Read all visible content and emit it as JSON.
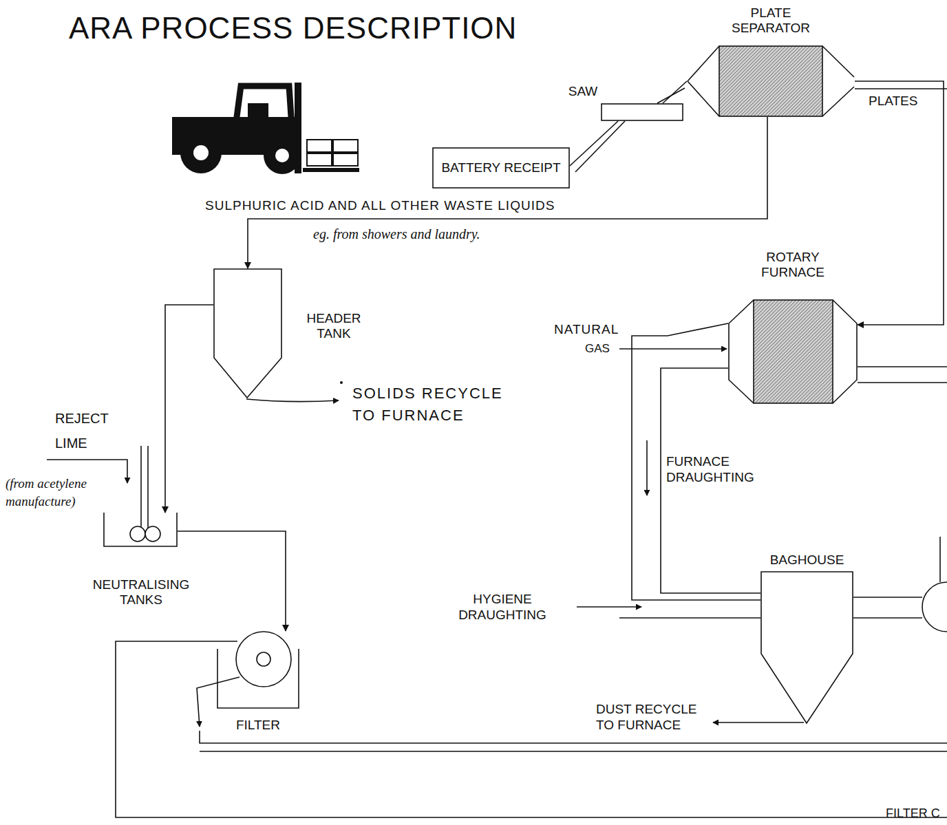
{
  "diagram": {
    "title": "ARA PROCESS DESCRIPTION",
    "nodes": [
      {
        "text": [
          "PLATE SEPARATOR"
        ]
      },
      {
        "text": [
          "SAW"
        ]
      },
      {
        "text": [
          "BATTERY RECEIPT"
        ]
      },
      {
        "text": [
          "HEADER TANK"
        ]
      },
      {
        "text": [
          "ROTARY FURNACE"
        ]
      },
      {
        "text": [
          "NEUTRALISING TANKS"
        ]
      },
      {
        "text": [
          "FILTER"
        ]
      },
      {
        "text": [
          "BAGHOUSE"
        ]
      }
    ],
    "edges": [
      {
        "from": 2,
        "to": 1,
        "arrow": "none"
      },
      {
        "from": 1,
        "to": 0,
        "arrow": "none"
      },
      {
        "from": 0,
        "to": 3,
        "arrow": "to"
      },
      {
        "from": 3,
        "to": 5,
        "arrow": "to"
      },
      {
        "from": 5,
        "to": 6,
        "arrow": "to"
      },
      {
        "from": 0,
        "to": 4,
        "arrow": "to"
      },
      {
        "from": 4,
        "to": 7,
        "arrow": "none"
      }
    ],
    "labels": [
      "SULPHURIC ACID AND ALL OTHER WASTE LIQUIDS",
      "eg. from showers and laundry.",
      "PLATES",
      "SOLIDS RECYCLE TO FURNACE",
      "NATURAL",
      "GAS",
      "REJECT LIME",
      "(from acetylene manufacture)",
      "FURNACE DRAUGHTING",
      "HYGIENE DRAUGHTING",
      "DUST RECYCLE TO FURNACE",
      "FILTER C"
    ]
  }
}
